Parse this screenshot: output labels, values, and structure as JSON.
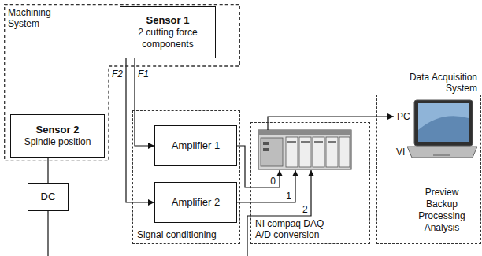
{
  "diagram": {
    "nodes": [
      {
        "text": [
          "Machining System"
        ]
      },
      {
        "text": [
          "Sensor 1",
          "2 cutting force components"
        ],
        "in": 0
      },
      {
        "text": [
          "Sensor 2",
          "Spindle position"
        ],
        "in": 0
      },
      {
        "text": [
          "DC"
        ]
      },
      {
        "text": [
          "Signal conditioning"
        ]
      },
      {
        "text": [
          "Amplifier 1"
        ],
        "in": 4
      },
      {
        "text": [
          "Amplifier 2"
        ],
        "in": 4
      },
      {
        "text": [
          "NI compaq DAQ A/D conversion"
        ]
      },
      {
        "text": [
          "Data Acquisition System",
          "Preview Backup Processing Analysis"
        ]
      }
    ],
    "edges": [
      {
        "from": 1,
        "to": 5,
        "arrow": "to",
        "label": "F1"
      },
      {
        "from": 1,
        "to": 6,
        "arrow": "to",
        "label": "F2"
      },
      {
        "from": 5,
        "to": 7,
        "arrow": "to",
        "label": "0"
      },
      {
        "from": 6,
        "to": 7,
        "arrow": "to",
        "label": "1"
      },
      {
        "from": 7,
        "to": 8,
        "arrow": "to"
      },
      {
        "from": 2,
        "to": 3,
        "arrow": "none"
      }
    ],
    "labels": [
      "2",
      "PC",
      "VI"
    ]
  }
}
